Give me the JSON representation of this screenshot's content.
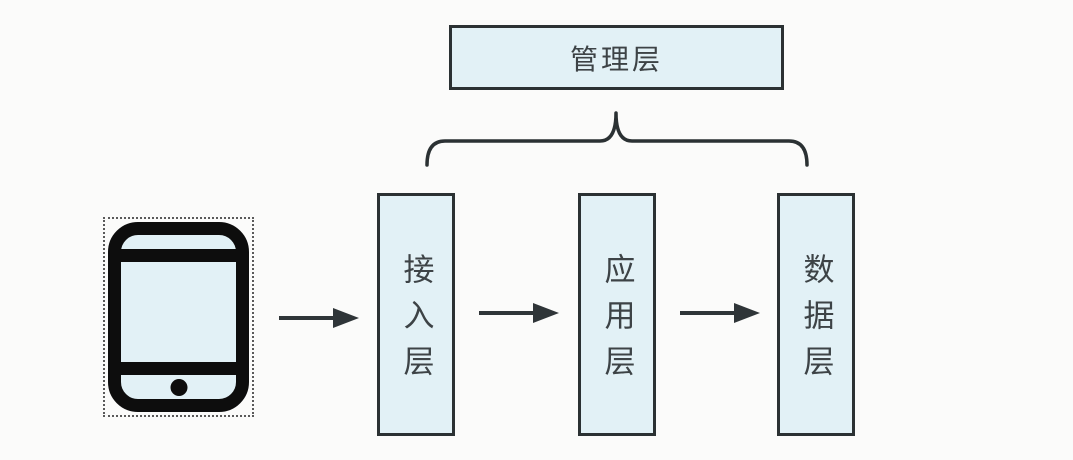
{
  "colors": {
    "background": "#fbfbfa",
    "box_fill": "#e2f1f6",
    "box_border": "#2b3133",
    "text": "#3d4346",
    "arrow": "#2f3538",
    "icon": "#0d0d0d"
  },
  "management": {
    "label": "管理层"
  },
  "layers": [
    {
      "label": "接入层"
    },
    {
      "label": "应用层"
    },
    {
      "label": "数据层"
    }
  ],
  "icons": {
    "client": "smartphone-icon"
  }
}
